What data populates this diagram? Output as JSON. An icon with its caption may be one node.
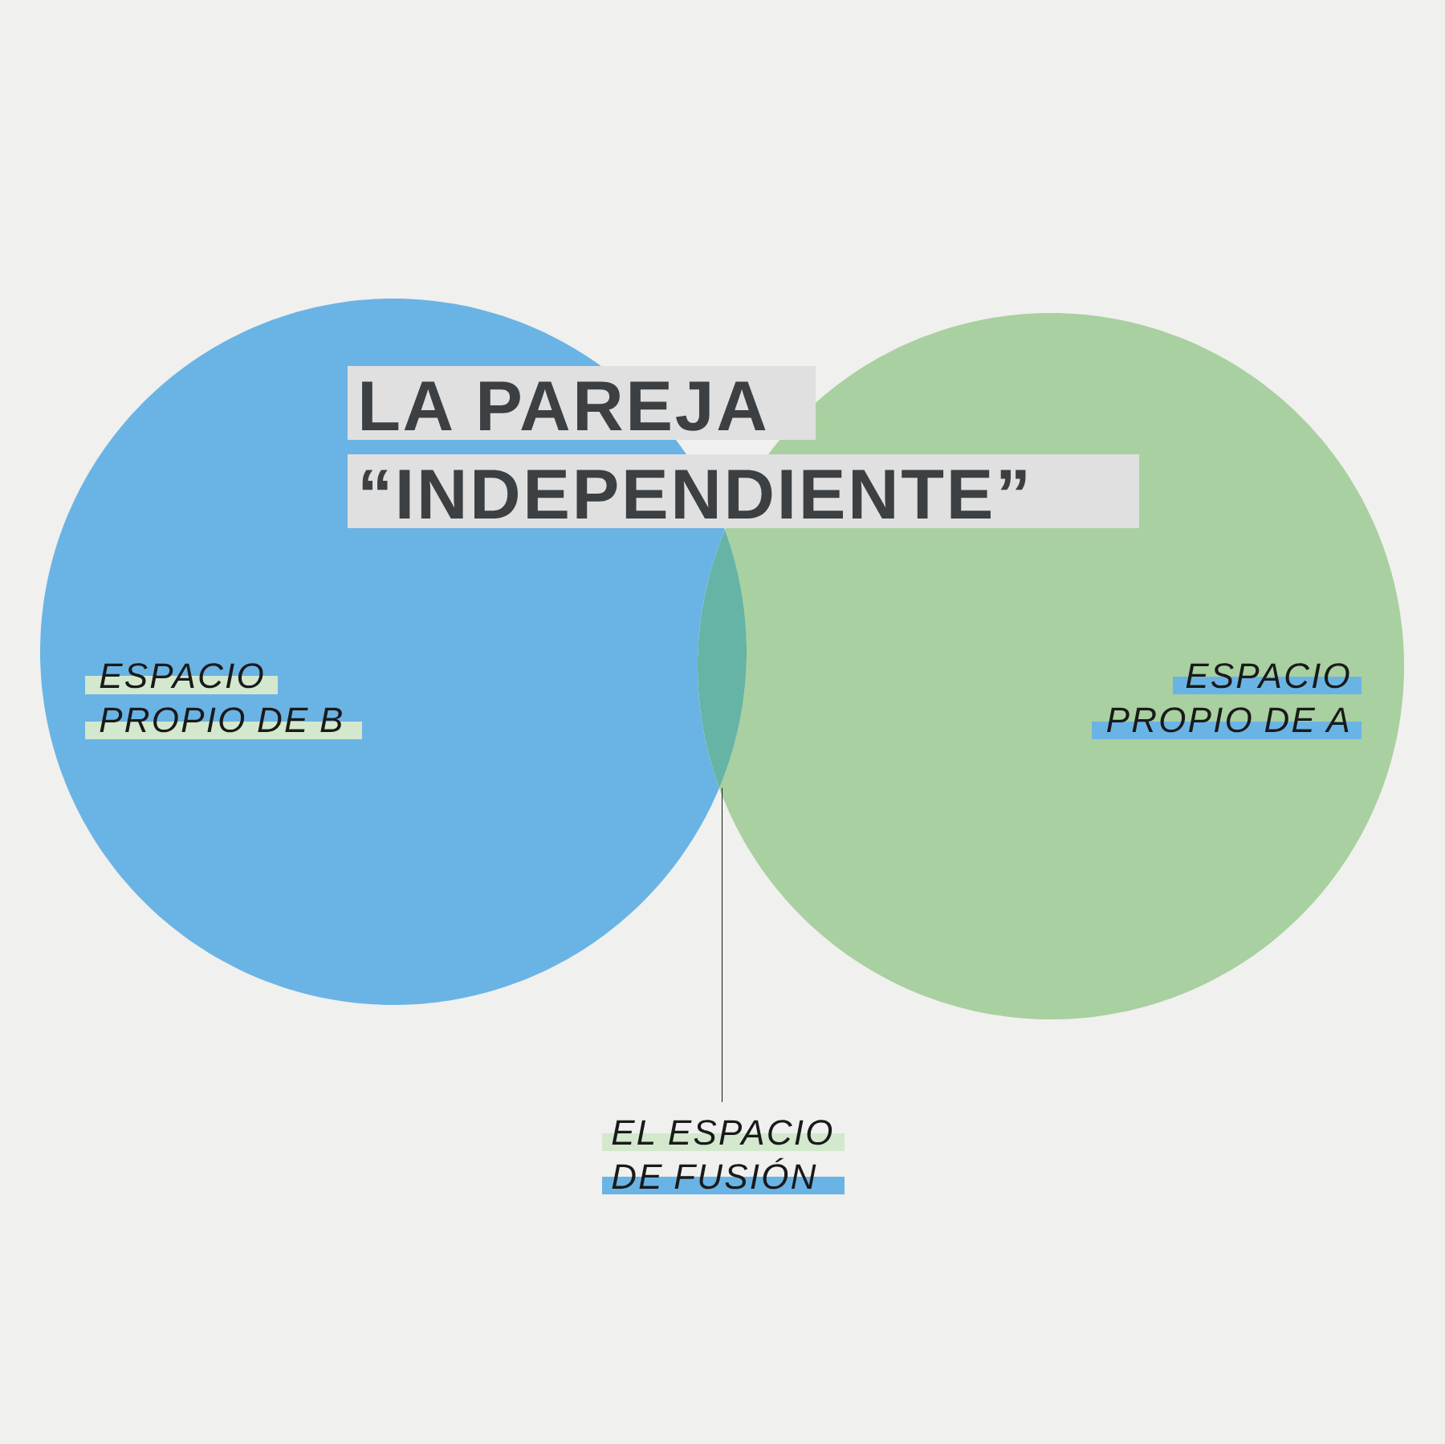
{
  "diagram": {
    "nodes": [
      {
        "text": [
          "ESPACIO PROPIO DE B"
        ]
      },
      {
        "text": [
          "ESPACIO PROPIO DE A"
        ]
      },
      {
        "text": [],
        "shape": "lens"
      },
      {
        "text": [
          "EL ESPACIO DE FUSIÓN"
        ]
      }
    ],
    "edges": [
      {
        "from": 3,
        "to": 2,
        "arrow": "none"
      }
    ],
    "labels": [
      "LA PAREJA",
      "“INDEPENDIENTE”"
    ]
  }
}
